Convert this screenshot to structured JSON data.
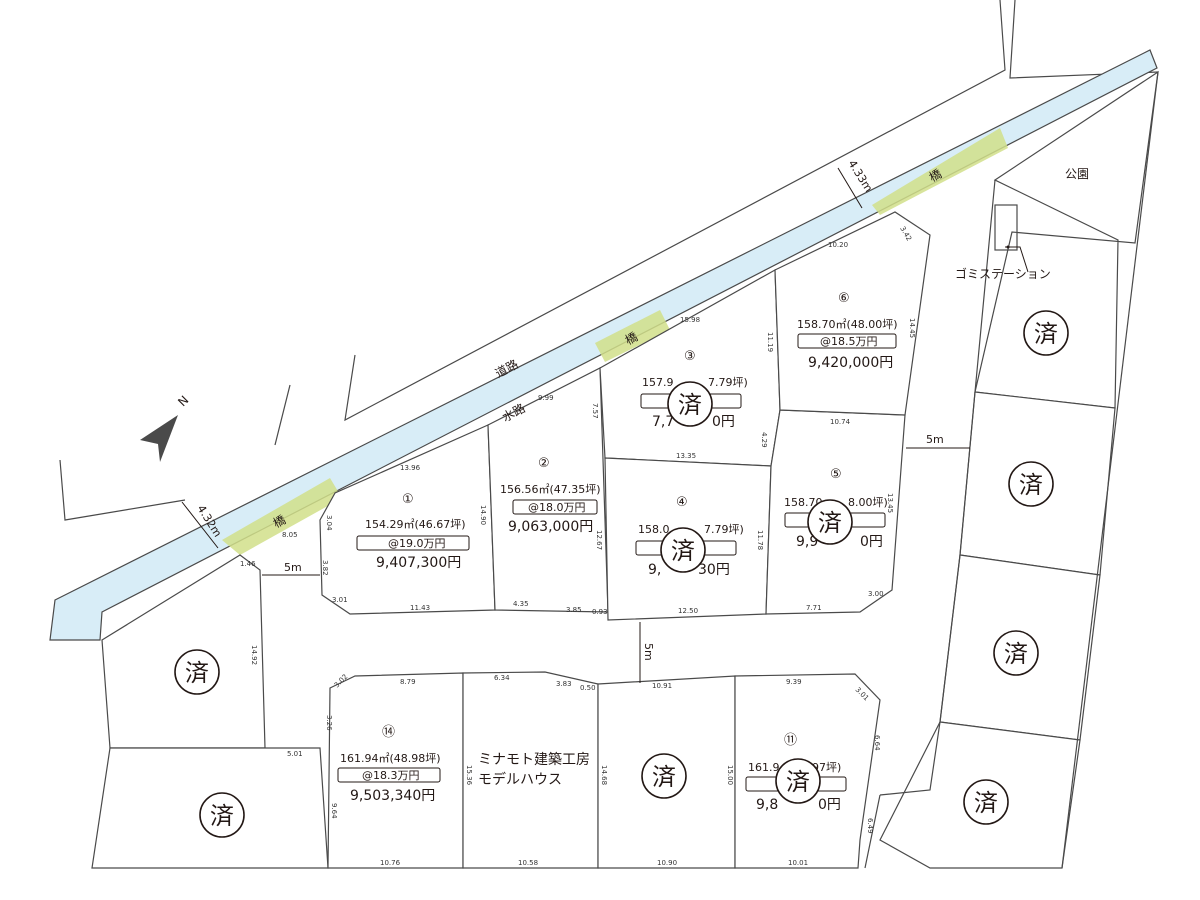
{
  "labels": {
    "road": "道路",
    "waterway": "水路",
    "bridge": "橋",
    "park": "公園",
    "garbage_station": "ゴミステーション",
    "model_house_line1": "ミナモト建築工房",
    "model_house_line2": "モデルハウス",
    "sold": "済",
    "road_width_top": "4.33m",
    "road_width_left": "4.32m",
    "gap_5m": "5m"
  },
  "lots": [
    {
      "num": "①",
      "area": "154.29㎡(46.67坪)",
      "unit_price": "@19.0万円",
      "price": "9,407,300円"
    },
    {
      "num": "②",
      "area": "156.56㎡(47.35坪)",
      "unit_price": "@18.0万円",
      "price": "9,063,000円"
    },
    {
      "num": "③",
      "area": "157.9",
      "area_tail": "7.79坪)",
      "price_head": "7,7",
      "price_tail": "0円"
    },
    {
      "num": "④",
      "area": "158.0",
      "area_tail": "7.79坪)",
      "price_head": "9,",
      "price_tail": "30円"
    },
    {
      "num": "⑤",
      "area": "158.70",
      "area_tail": "8.00坪)",
      "price_head": "9,9",
      "price_tail": "0円"
    },
    {
      "num": "⑥",
      "area": "158.70㎡(48.00坪)",
      "unit_price": "@18.5万円",
      "price": "9,420,000円"
    },
    {
      "num": "⑪",
      "area": "161.9",
      "area_tail": "97坪)",
      "price_head": "9,8",
      "price_tail": "0円"
    },
    {
      "num": "⑭",
      "area": "161.94㎡(48.98坪)",
      "unit_price": "@18.3万円",
      "price": "9,503,340円"
    }
  ],
  "dimensions": [
    "13.96",
    "9.99",
    "15.98",
    "10.20",
    "3.42",
    "14.45",
    "11.19",
    "7.57",
    "3.04",
    "3.82",
    "14.90",
    "12.67",
    "13.35",
    "4.29",
    "10.74",
    "11.78",
    "13.45",
    "3.01",
    "11.43",
    "4.35",
    "3.85",
    "0.93",
    "12.50",
    "7.71",
    "3.00",
    "1.46",
    "8.05",
    "14.92",
    "5.01",
    "3.02",
    "8.79",
    "3.26",
    "6.34",
    "3.83",
    "0.50",
    "10.91",
    "9.39",
    "3.01",
    "6.64",
    "15.36",
    "14.68",
    "15.00",
    "9.64",
    "6.49",
    "10.76",
    "10.58",
    "10.90",
    "10.01"
  ],
  "colors": {
    "canal": "#d8edf7",
    "bridge": "#d1df8a",
    "ink": "#231815"
  },
  "icons": [
    "north-arrow-icon",
    "sold-mark-icon"
  ]
}
